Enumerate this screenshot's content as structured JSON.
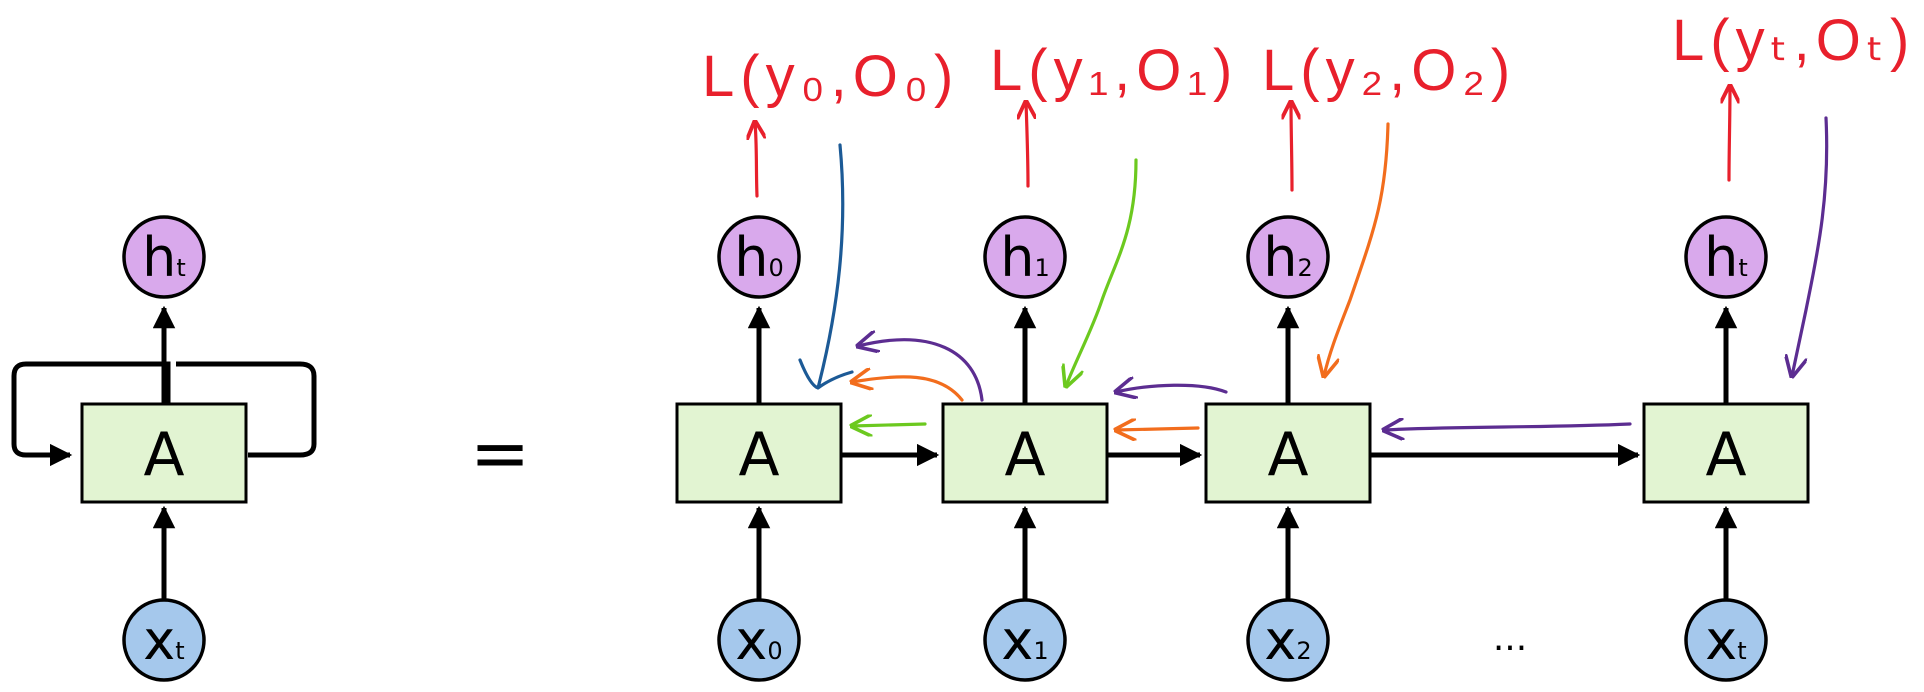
{
  "cell_label": "A",
  "equals": "=",
  "ellipsis": "...",
  "folded": {
    "output": {
      "main": "h",
      "sub": "t"
    },
    "input": {
      "main": "x",
      "sub": "t"
    }
  },
  "steps": [
    {
      "output": {
        "main": "h",
        "sub": "0"
      },
      "input": {
        "main": "x",
        "sub": "0"
      },
      "loss": "L(y₀,O₀)"
    },
    {
      "output": {
        "main": "h",
        "sub": "1"
      },
      "input": {
        "main": "x",
        "sub": "1"
      },
      "loss": "L(y₁,O₁)"
    },
    {
      "output": {
        "main": "h",
        "sub": "2"
      },
      "input": {
        "main": "x",
        "sub": "2"
      },
      "loss": "L(y₂,O₂)"
    },
    {
      "output": {
        "main": "h",
        "sub": "t"
      },
      "input": {
        "main": "x",
        "sub": "t"
      },
      "loss": "L(yₜ,Oₜ)"
    }
  ],
  "colors": {
    "loss_red": "#e8202c",
    "blue": "#1c5a96",
    "green": "#6cc91f",
    "orange": "#f26d1d",
    "purple": "#5c2d91",
    "cell_fill": "#e2f4d2",
    "h_fill": "#d9a9ec",
    "x_fill": "#a5c8ec"
  }
}
